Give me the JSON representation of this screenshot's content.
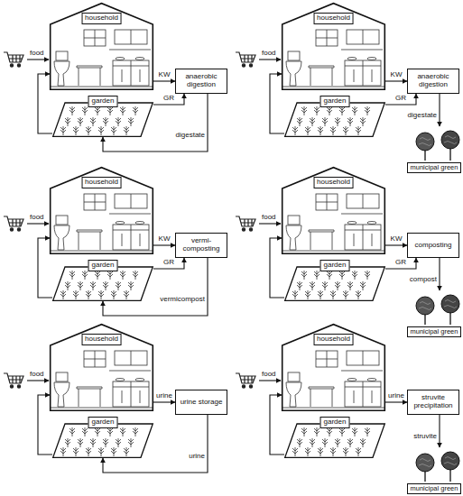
{
  "diagram": {
    "nodes": [
      {
        "text": [
          "household"
        ]
      },
      {
        "text": [
          "garden"
        ]
      },
      {
        "text": [
          "anaerobic digestion"
        ]
      },
      {
        "text": [
          "household"
        ]
      },
      {
        "text": [
          "garden"
        ]
      },
      {
        "text": [
          "anaerobic digestion"
        ]
      },
      {
        "text": [
          "municipal green"
        ]
      },
      {
        "text": [
          "household"
        ]
      },
      {
        "text": [
          "garden"
        ]
      },
      {
        "text": [
          "vermi- composting"
        ]
      },
      {
        "text": [
          "household"
        ]
      },
      {
        "text": [
          "garden"
        ]
      },
      {
        "text": [
          "composting"
        ]
      },
      {
        "text": [
          "municipal green"
        ]
      },
      {
        "text": [
          "household"
        ]
      },
      {
        "text": [
          "garden"
        ]
      },
      {
        "text": [
          "urine storage"
        ]
      },
      {
        "text": [
          "household"
        ]
      },
      {
        "text": [
          "garden"
        ]
      },
      {
        "text": [
          "struvite precipitation"
        ]
      },
      {
        "text": [
          "municipal green"
        ]
      }
    ],
    "edges": [
      {
        "from": 0,
        "to": 2,
        "arrow": "to",
        "label": "KW"
      },
      {
        "from": 1,
        "to": 2,
        "arrow": "to",
        "label": "GR"
      },
      {
        "from": 2,
        "to": 1,
        "arrow": "to",
        "label": "digestate"
      },
      {
        "from": 1,
        "to": 0,
        "arrow": "to"
      },
      {
        "from": 3,
        "to": 5,
        "arrow": "to",
        "label": "KW"
      },
      {
        "from": 4,
        "to": 5,
        "arrow": "to",
        "label": "GR"
      },
      {
        "from": 5,
        "to": 6,
        "arrow": "to",
        "label": "digestate"
      },
      {
        "from": 4,
        "to": 3,
        "arrow": "to"
      },
      {
        "from": 7,
        "to": 9,
        "arrow": "to",
        "label": "KW"
      },
      {
        "from": 8,
        "to": 9,
        "arrow": "to",
        "label": "GR"
      },
      {
        "from": 9,
        "to": 8,
        "arrow": "to",
        "label": "vermicompost"
      },
      {
        "from": 8,
        "to": 7,
        "arrow": "to"
      },
      {
        "from": 10,
        "to": 12,
        "arrow": "to",
        "label": "KW"
      },
      {
        "from": 11,
        "to": 12,
        "arrow": "to",
        "label": "GR"
      },
      {
        "from": 12,
        "to": 13,
        "arrow": "to",
        "label": "compost"
      },
      {
        "from": 11,
        "to": 10,
        "arrow": "to"
      },
      {
        "from": 14,
        "to": 16,
        "arrow": "to",
        "label": "urine"
      },
      {
        "from": 16,
        "to": 15,
        "arrow": "to",
        "label": "urine"
      },
      {
        "from": 15,
        "to": 14,
        "arrow": "to"
      },
      {
        "from": 17,
        "to": 19,
        "arrow": "to",
        "label": "urine"
      },
      {
        "from": 19,
        "to": 20,
        "arrow": "to",
        "label": "struvite"
      },
      {
        "from": 18,
        "to": 17,
        "arrow": "to"
      }
    ],
    "labels": [
      "food",
      "food",
      "food",
      "food",
      "food",
      "food"
    ]
  }
}
